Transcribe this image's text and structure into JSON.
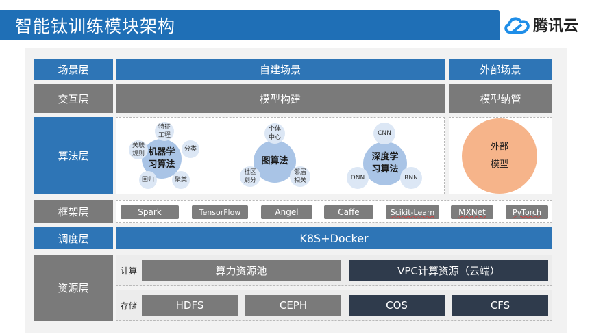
{
  "header": {
    "title": "智能钛训练模块架构",
    "logo_text": "腾讯云"
  },
  "layers": {
    "scene": "场景层",
    "interaction": "交互层",
    "algorithm": "算法层",
    "framework": "框架层",
    "scheduling": "调度层",
    "resource": "资源层"
  },
  "scene": {
    "self_built": "自建场景",
    "external": "外部场景"
  },
  "interaction": {
    "model_build": "模型构建",
    "model_manage": "模型纳管"
  },
  "algorithms": {
    "ml": {
      "title": "机器学\n习算法",
      "items": [
        "特征\n工程",
        "分类",
        "关联\n规则",
        "回归",
        "聚类"
      ]
    },
    "graph": {
      "title": "图算法",
      "items": [
        "个体\n中心",
        "社区\n划分",
        "邻居\n相关"
      ]
    },
    "dl": {
      "title": "深度学\n习算法",
      "items": [
        "CNN",
        "DNN",
        "RNN"
      ]
    },
    "external_model": "外部\n模型"
  },
  "frameworks": [
    "Spark",
    "TensorFlow",
    "Angel",
    "Caffe",
    "Scikit-Learn",
    "MXNet",
    "PyTorch"
  ],
  "scheduling": "K8S+Docker",
  "resources": {
    "compute_label": "计算",
    "storage_label": "存储",
    "compute": [
      "算力资源池",
      "VPC计算资源（云端）"
    ],
    "storage": [
      "HDFS",
      "CEPH",
      "COS",
      "CFS"
    ]
  },
  "colors": {
    "primary_blue": "#2e75b6",
    "title_blue": "#1f6fb6",
    "gray": "#7a7a7a",
    "dark_navy": "#2f3b4c",
    "orange": "#f6b48a"
  }
}
